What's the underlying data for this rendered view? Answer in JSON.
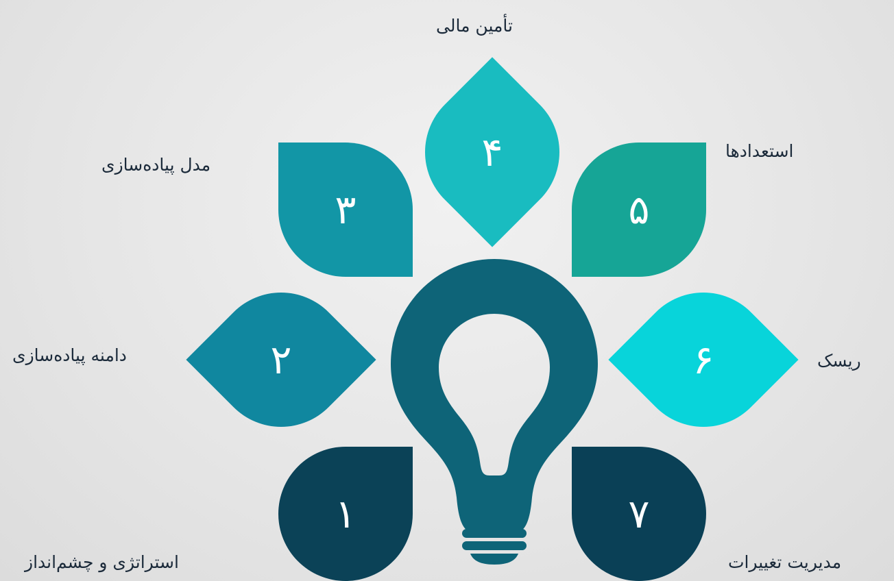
{
  "colors": {
    "petal_1": "#0b4257",
    "petal_2": "#10879f",
    "petal_3": "#1296a6",
    "petal_4": "#19bcc0",
    "petal_5": "#16a596",
    "petal_6": "#08d4da",
    "petal_7": "#0a4056",
    "bulb": "#0e6478",
    "label_text": "#1b2a3a"
  },
  "icons": {
    "center": "light-bulb-icon"
  },
  "petals": [
    {
      "number": "۱",
      "label": "استراتژی و چشم‌انداز"
    },
    {
      "number": "۲",
      "label": "دامنه پیاده‌سازی"
    },
    {
      "number": "۳",
      "label": "مدل پیاده‌سازی"
    },
    {
      "number": "۴",
      "label": "تأمین مالی"
    },
    {
      "number": "۵",
      "label": "استعدادها"
    },
    {
      "number": "۶",
      "label": "ریسک"
    },
    {
      "number": "۷",
      "label": "مدیریت تغییرات"
    }
  ]
}
